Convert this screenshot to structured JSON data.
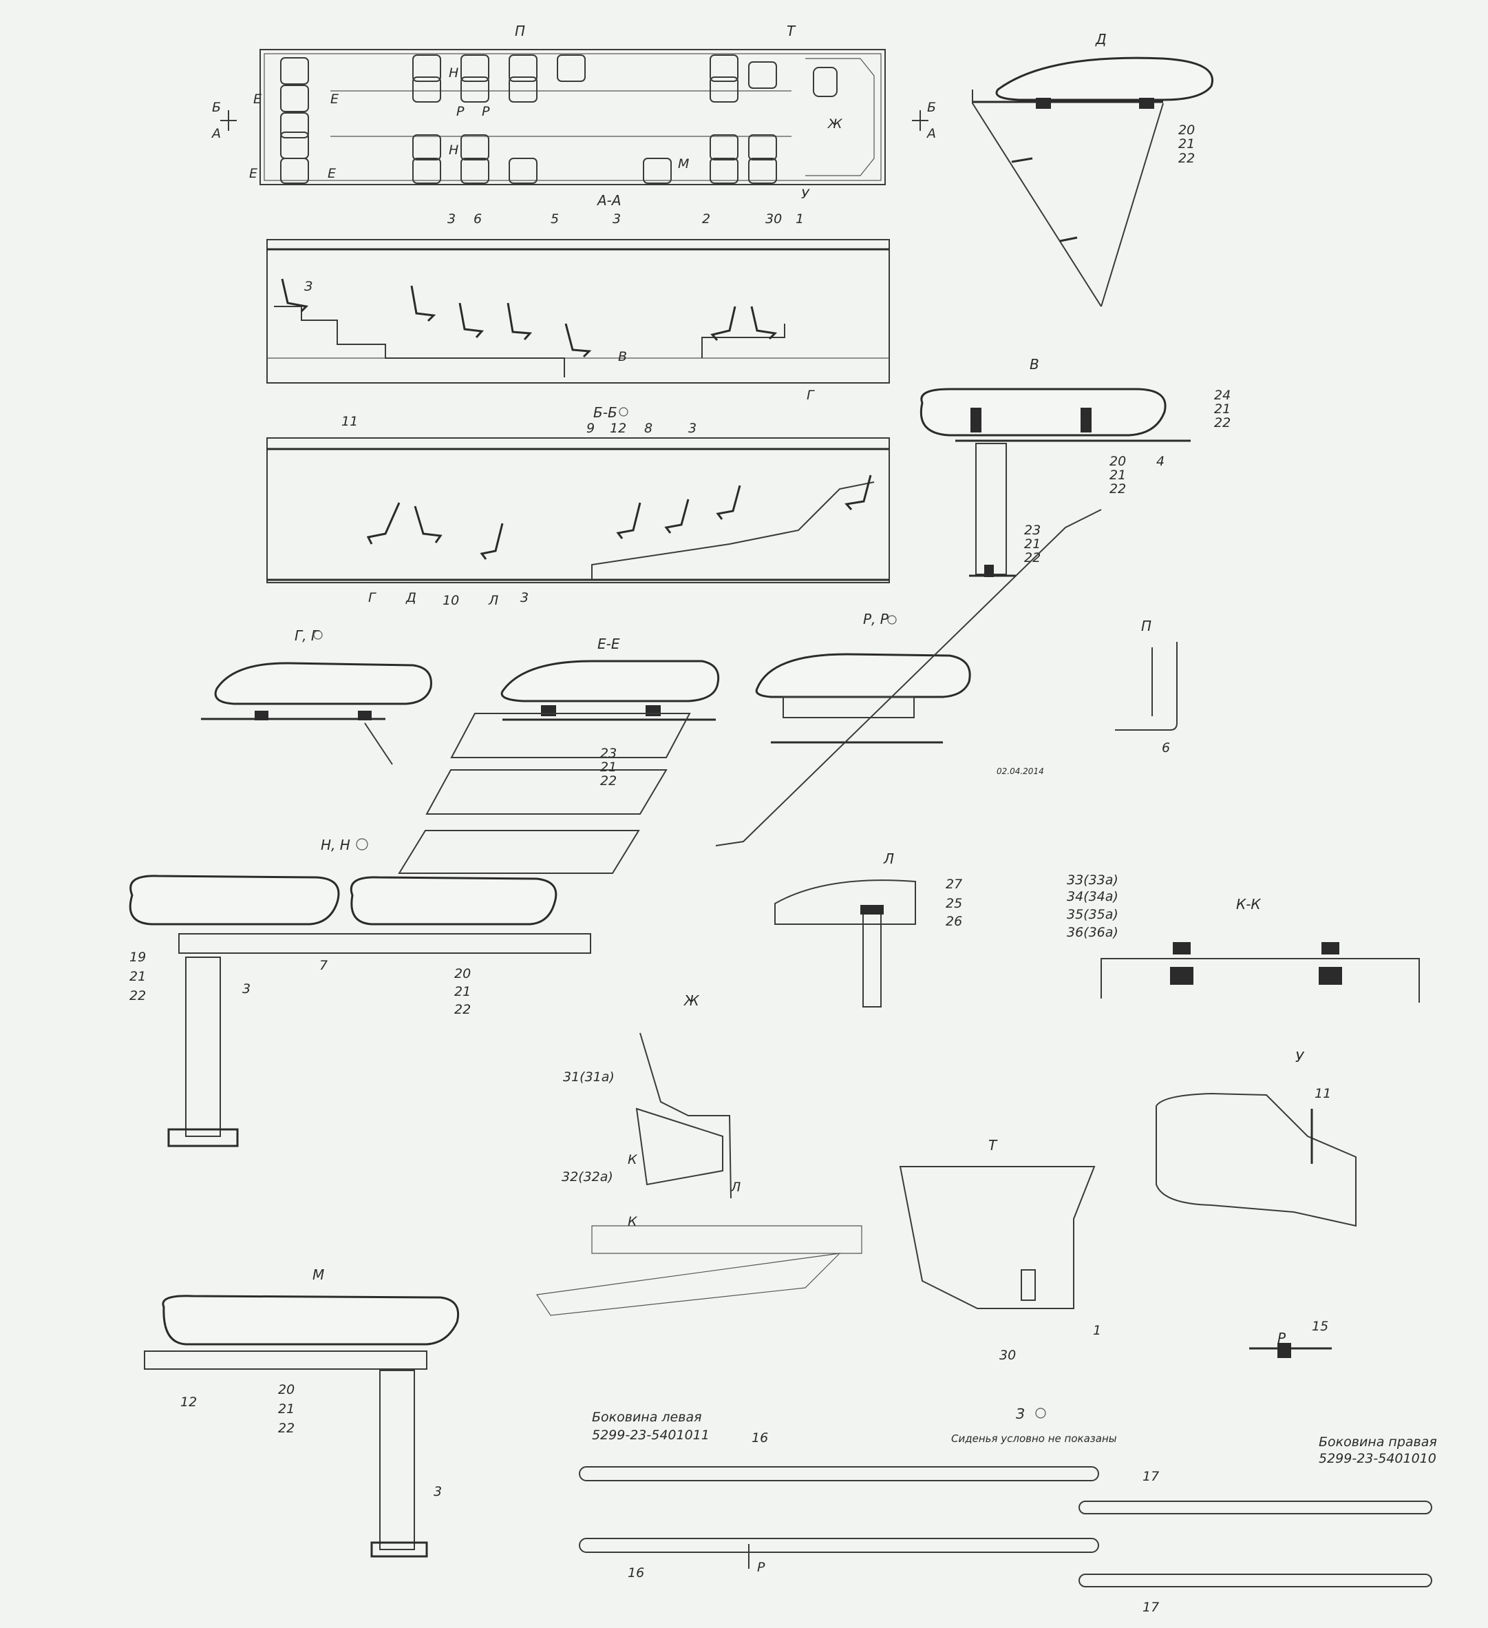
{
  "views": {
    "plan": {
      "title": "П",
      "title2": "Т",
      "marks": [
        "Н",
        "Р",
        "Р",
        "Н",
        "М",
        "Е",
        "Е",
        "Е",
        "Е",
        "Ж",
        "У"
      ],
      "cut_left": [
        "Б",
        "А"
      ],
      "cut_right": [
        "Б",
        "А"
      ]
    },
    "aa": {
      "title": "А-А",
      "callouts": [
        "3",
        "6",
        "5",
        "3",
        "2",
        "30",
        "1"
      ],
      "marks": [
        "З",
        "В",
        "Г"
      ]
    },
    "bb": {
      "title": "Б-Б",
      "callouts": [
        "11",
        "9",
        "12",
        "8",
        "3"
      ],
      "bottom": [
        "Г",
        "Д",
        "10",
        "Л",
        "3"
      ]
    },
    "d": {
      "title": "Д",
      "callouts": [
        "20",
        "21",
        "22"
      ]
    },
    "v": {
      "title": "В",
      "callouts_right": [
        "24",
        "21",
        "22"
      ],
      "callouts_mid": [
        "20",
        "21",
        "22"
      ],
      "callout_4": "4",
      "callouts_low": [
        "23",
        "21",
        "22"
      ]
    },
    "gg": {
      "title": "Г, Г"
    },
    "ee": {
      "title": "Е-Е",
      "callouts": [
        "23",
        "21",
        "22"
      ]
    },
    "pp": {
      "title": "Р, Р",
      "date": "02.04.2014"
    },
    "p": {
      "title": "П",
      "callout": "6"
    },
    "nn": {
      "title": "Н, Н",
      "left_callouts": [
        "19",
        "21",
        "22"
      ],
      "callout_7": "7",
      "callout_3": "3",
      "mid_callouts": [
        "20",
        "21",
        "22"
      ]
    },
    "zh": {
      "title": "Ж",
      "callouts": [
        "31(31а)",
        "32(32а)"
      ],
      "marks": [
        "К",
        "К",
        "Л"
      ]
    },
    "l": {
      "title": "Л",
      "callouts": [
        "27",
        "25",
        "26"
      ]
    },
    "kk": {
      "title": "К-К",
      "callouts": [
        "33(33а)",
        "34(34а)",
        "35(35а)",
        "36(36а)"
      ]
    },
    "u": {
      "title": "У",
      "callout": "11"
    },
    "t": {
      "title": "Т",
      "callouts": [
        "1",
        "30"
      ]
    },
    "m": {
      "title": "М",
      "callout_12": "12",
      "callouts": [
        "20",
        "21",
        "22"
      ],
      "callout_3": "3"
    },
    "r": {
      "title": "Р",
      "callout": "15"
    },
    "z": {
      "title": "З",
      "note": "Сиденья условно не показаны",
      "left_side": "Боковина левая",
      "left_part": "5299-23-5401011",
      "right_side": "Боковина правая",
      "right_part": "5299-23-5401010",
      "callouts": [
        "16",
        "16",
        "17",
        "17"
      ],
      "arrow": "Р"
    }
  }
}
